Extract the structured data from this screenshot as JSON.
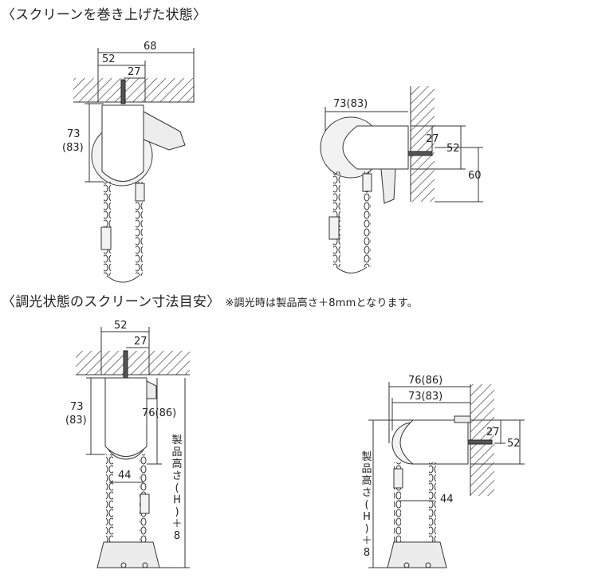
{
  "sections": [
    {
      "heading": "〈スクリーンを巻き上げた状態〉",
      "views": [
        {
          "name": "ceiling-mount",
          "dims": {
            "overall_width": "68",
            "bracket_width": "52",
            "screw_offset": "27",
            "height": "73",
            "height_alt": "(83)"
          }
        },
        {
          "name": "wall-mount",
          "dims": {
            "depth": "73(83)",
            "screw_offset": "27",
            "bracket_height": "52",
            "overall_height": "60"
          }
        }
      ]
    },
    {
      "heading": "〈調光状態のスクリーン寸法目安〉",
      "note": "※調光時は製品高さ＋8mmとなります。",
      "views": [
        {
          "name": "ceiling-mount",
          "dims": {
            "bracket_width": "52",
            "screw_offset": "27",
            "height": "73",
            "height_alt": "(83)",
            "inner_height": "76(86)",
            "chain_spacing": "44",
            "product_height": "製品高さ(H)＋8"
          }
        },
        {
          "name": "wall-mount",
          "dims": {
            "overall_depth": "76(86)",
            "depth": "73(83)",
            "screw_offset": "27",
            "bracket_height": "52",
            "chain_spacing": "44",
            "product_height": "製品高さ(H)＋8"
          }
        }
      ]
    }
  ],
  "colors": {
    "line": "#333333",
    "hatch": "#444444",
    "metal": "#e6e6e6",
    "background": "#ffffff"
  }
}
